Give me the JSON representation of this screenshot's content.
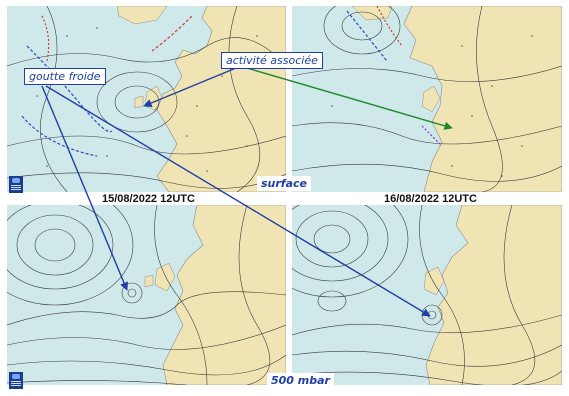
{
  "annotations": {
    "cold_drop": "goutte froide",
    "associated_activity": "activité associée",
    "surface": "surface",
    "upper_level": "500 mbar"
  },
  "dates": {
    "left": "15/08/2022 12UTC",
    "right": "16/08/2022 12UTC"
  },
  "colors": {
    "sea": "#cfe9ea",
    "land": "#f1e4b4",
    "isobar": "#3a3a3a",
    "arrow_cold_drop": "#1f3fa6",
    "arrow_activity": "#1a8a2a",
    "callout_text": "#1f3fa6"
  },
  "logo_icon": "meteo-france-logo-icon"
}
